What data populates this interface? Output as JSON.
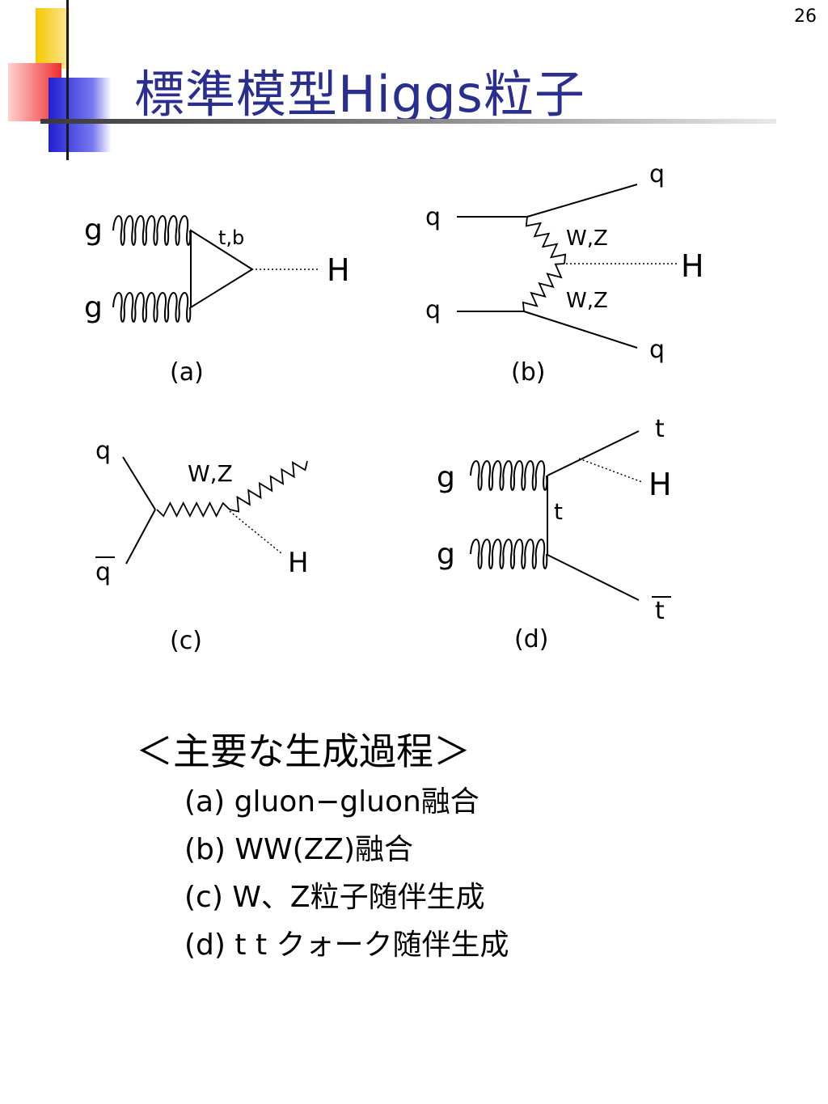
{
  "page_number": "26",
  "title": "標準模型Higgs粒子",
  "diagrams": {
    "a": {
      "caption": "(a)",
      "gluon_top": "g",
      "gluon_bottom": "g",
      "loop_quarks": "t,b",
      "higgs": "H"
    },
    "b": {
      "caption": "(b)",
      "q_in_top": "q",
      "q_in_bottom": "q",
      "q_out_top": "q",
      "q_out_bottom": "q",
      "boson_top": "W,Z",
      "boson_bottom": "W,Z",
      "higgs": "H"
    },
    "c": {
      "caption": "(c)",
      "q": "q",
      "qbar": "q",
      "boson": "W,Z",
      "higgs": "H"
    },
    "d": {
      "caption": "(d)",
      "gluon_top": "g",
      "gluon_bottom": "g",
      "top_out": "t",
      "top_propagator": "t",
      "tbar_out": "t",
      "higgs": "H"
    }
  },
  "processes": {
    "heading": "＜主要な生成過程＞",
    "items": [
      "(a) gluon−gluon融合",
      "(b) WW(ZZ)融合",
      "(c) W、Z粒子随伴生成",
      "(d) t t クォーク随伴生成"
    ]
  },
  "colors": {
    "title": "#2a2f8f",
    "accent_yellow": "#f7d21c",
    "accent_red": "#f03a3a",
    "accent_blue": "#2b2fcf"
  }
}
